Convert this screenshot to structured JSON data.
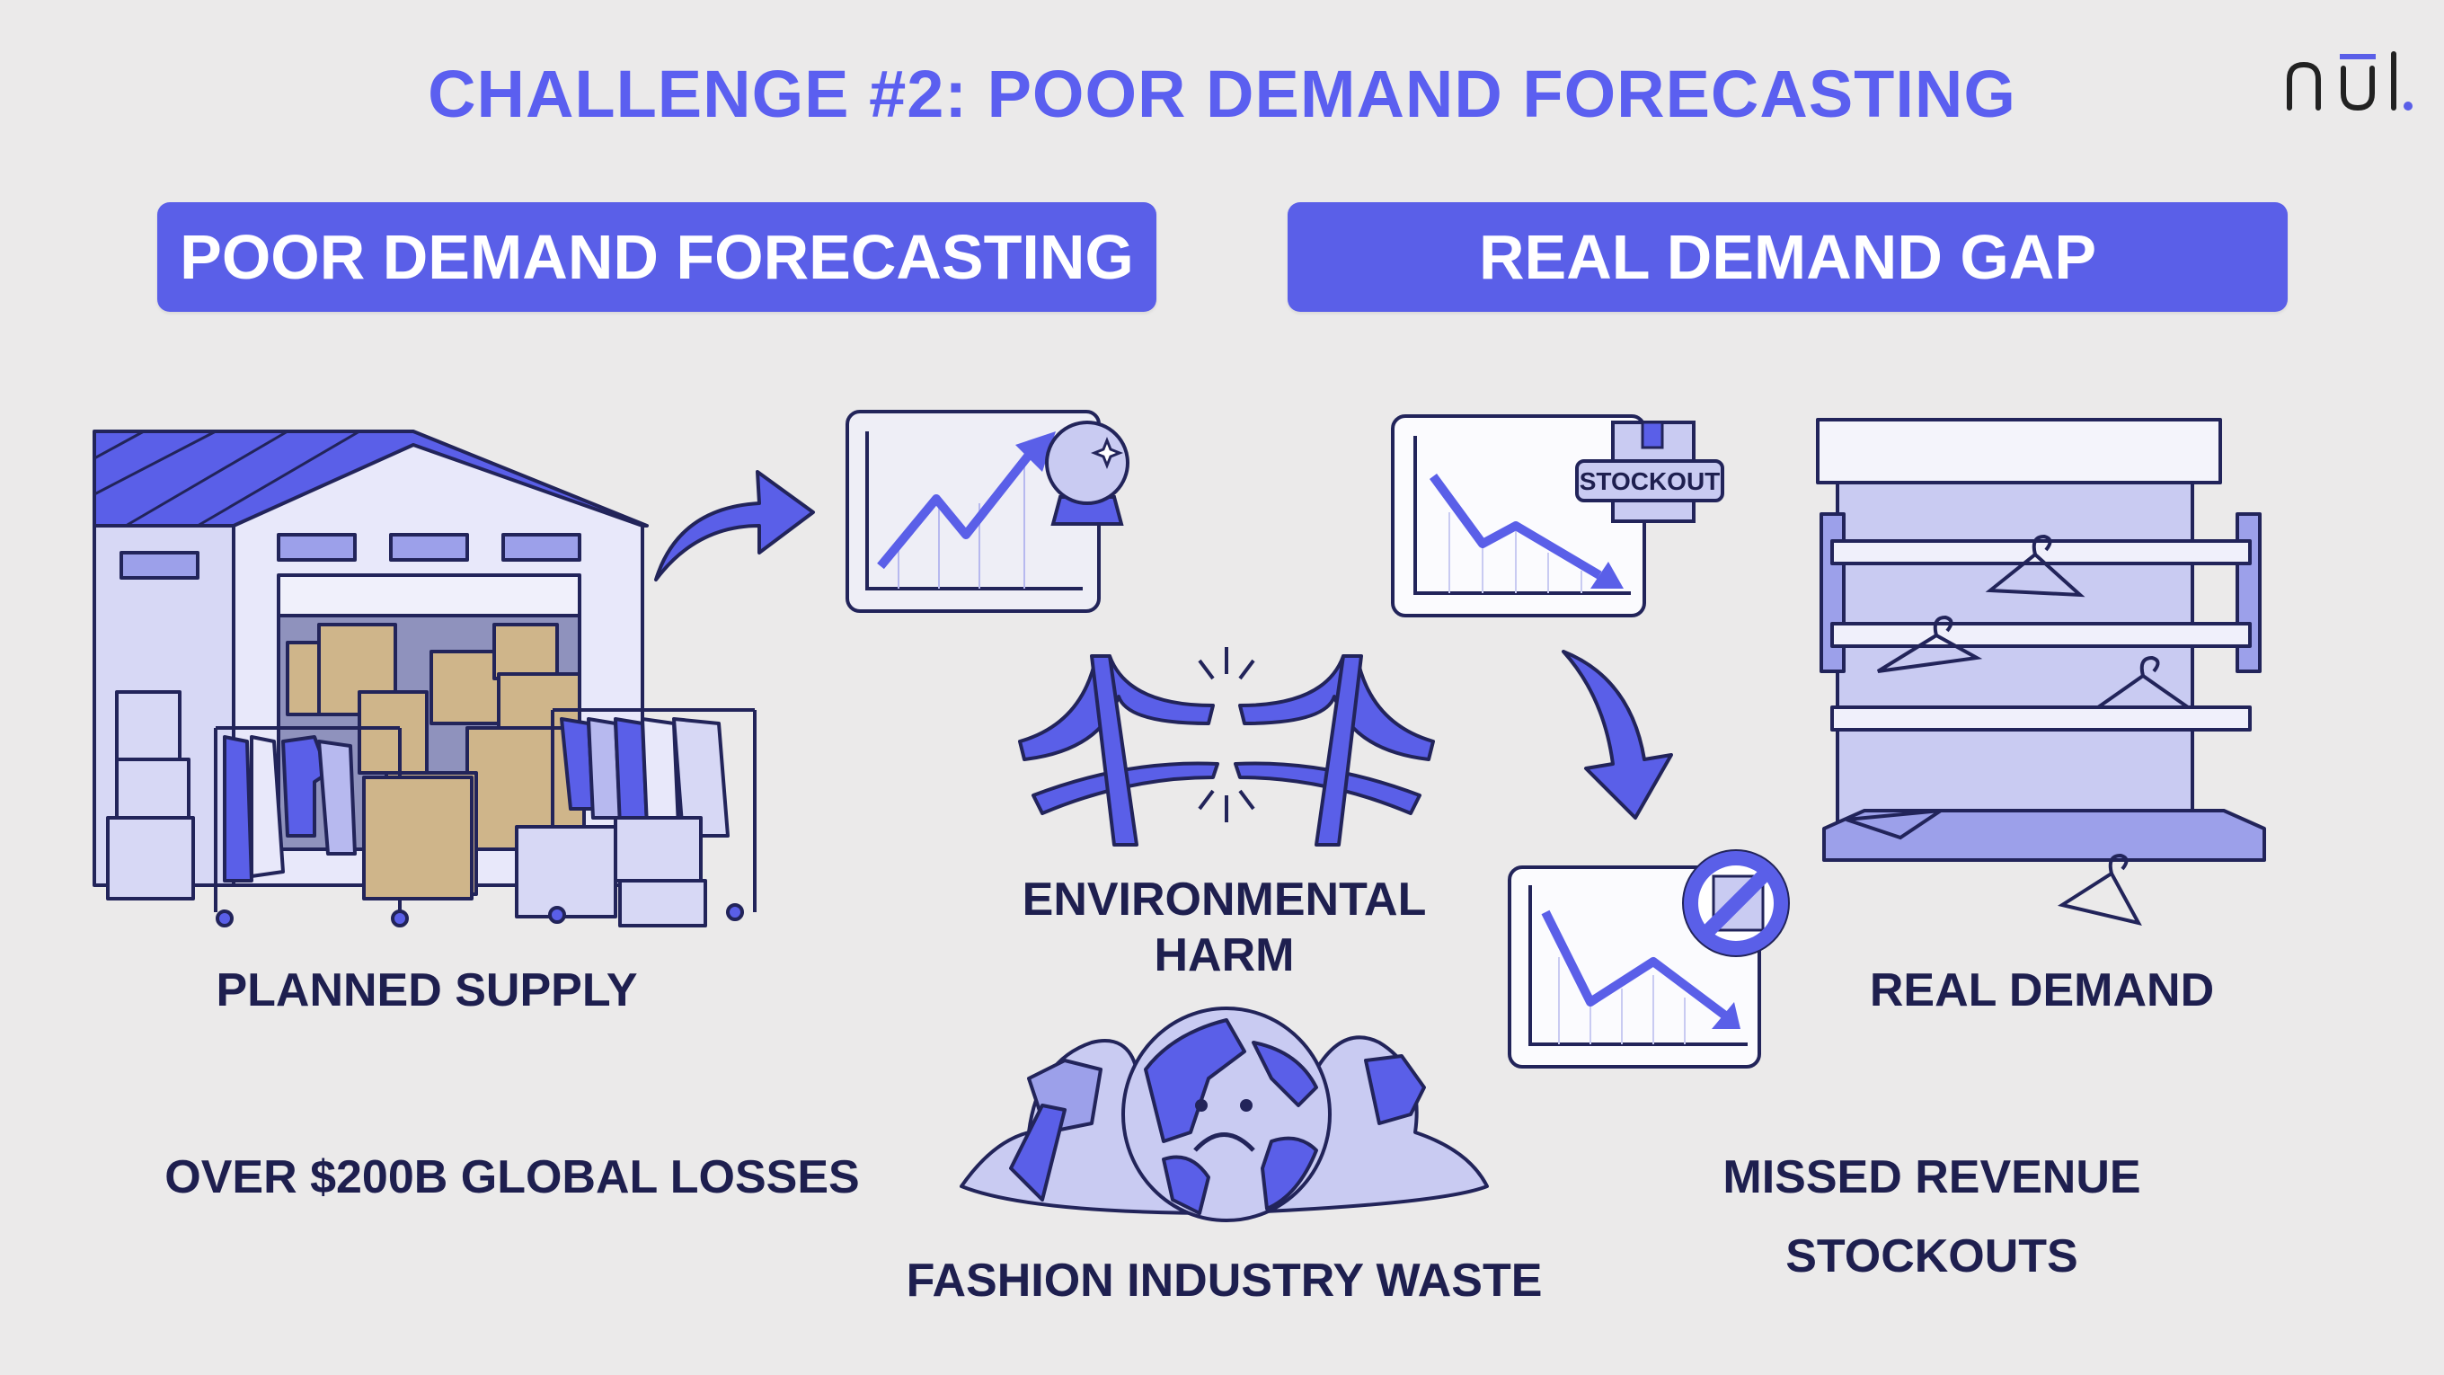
{
  "title": "CHALLENGE #2: POOR DEMAND FORECASTING",
  "logo": {
    "text": "nūl",
    "accent_dot": "."
  },
  "banners": [
    {
      "label": "POOR DEMAND FORECASTING"
    },
    {
      "label": "REAL DEMAND GAP"
    }
  ],
  "labels": {
    "planned_supply": "PLANNED SUPPLY",
    "global_losses": "OVER $200B GLOBAL LOSSES",
    "env_harm_line1": "ENVIRONMENTAL",
    "env_harm_line2": "HARM",
    "fashion_waste": "FASHION INDUSTRY WASTE",
    "real_demand": "REAL DEMAND",
    "missed_revenue": "MISSED REVENUE",
    "stockouts": "STOCKOUTS"
  },
  "badges": {
    "stockout": "STOCKOUT"
  },
  "icons": [
    "warehouse-icon",
    "curved-arrow-icon",
    "rising-chart-icon",
    "crystal-ball-icon",
    "broken-bridge-icon",
    "falling-chart-icon",
    "stockout-box-icon",
    "down-arrow-icon",
    "prohibited-box-icon",
    "empty-shelf-icon",
    "hanger-icon",
    "sad-earth-icon",
    "clothing-waste-pile-icon"
  ],
  "colors": {
    "accent": "#5a5fe8",
    "title": "#5b5ff0",
    "text_dark": "#1e1f4f",
    "bg": "#ebeaea",
    "light_fill": "#c9cbf2",
    "cardboard": "#cfb58a"
  }
}
